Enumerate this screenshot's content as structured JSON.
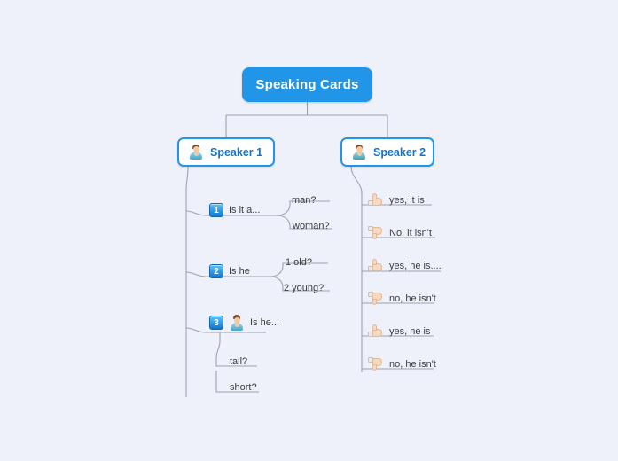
{
  "canvas": {
    "background": "#eef1fa",
    "connector_color": "#9aa4b0",
    "accent": "#2196e8",
    "text_color": "#3b3b3b"
  },
  "root": {
    "label": "Speaking Cards",
    "icon": "none"
  },
  "branches": [
    {
      "id": "speaker-1",
      "label": "Speaker 1",
      "icon": "person-icon",
      "questions": [
        {
          "badge": "1",
          "icon": "number-badge-icon",
          "label": "Is it a...",
          "children": [
            "man?",
            "woman?"
          ]
        },
        {
          "badge": "2",
          "icon": "number-badge-icon",
          "label": "Is he",
          "children": [
            "1 old?",
            "2 young?"
          ]
        },
        {
          "badge": "3",
          "icon": "person-icon",
          "label": "Is he...",
          "children": [
            "tall?",
            "short?"
          ]
        }
      ]
    },
    {
      "id": "speaker-2",
      "label": "Speaker 2",
      "icon": "person-icon",
      "answers": [
        {
          "icon": "thumbs-up-icon",
          "label": "yes, it is"
        },
        {
          "icon": "thumbs-down-icon",
          "label": "No, it isn't"
        },
        {
          "icon": "thumbs-up-icon",
          "label": "yes, he is...."
        },
        {
          "icon": "thumbs-down-icon",
          "label": "no, he isn't"
        },
        {
          "icon": "thumbs-up-icon",
          "label": "yes, he is"
        },
        {
          "icon": "thumbs-down-icon",
          "label": "no, he isn't"
        }
      ]
    }
  ]
}
